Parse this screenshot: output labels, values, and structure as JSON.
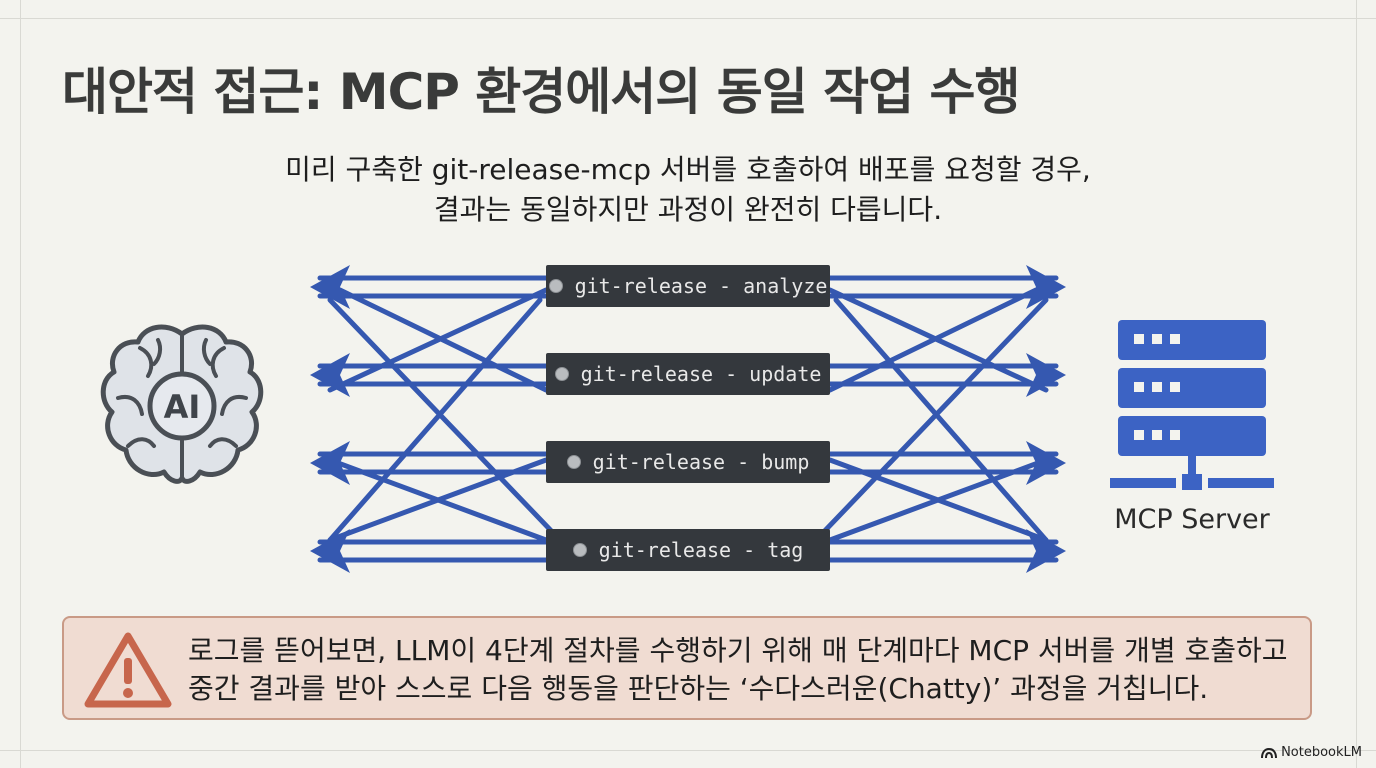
{
  "title": "대안적 접근: MCP 환경에서의 동일 작업 수행",
  "subtitle": {
    "line1": "미리 구축한 git-release-mcp 서버를 호출하여 배포를 요청할 경우,",
    "line2": "결과는 동일하지만 과정이 완전히 다릅니다."
  },
  "brain": {
    "label": "AI"
  },
  "tools": [
    {
      "label": "git-release - analyze"
    },
    {
      "label": "git-release - update"
    },
    {
      "label": "git-release - bump"
    },
    {
      "label": "git-release - tag"
    }
  ],
  "server": {
    "label": "MCP Server"
  },
  "note": {
    "line1": "로그를 뜯어보면, LLM이 4단계 절차를 수행하기 위해 매 단계마다 MCP 서버를 개별 호출하고",
    "line2": "중간 결과를 받아 스스로 다음 행동을 판단하는 ‘수다스러운(Chatty)’ 과정을 거칩니다."
  },
  "watermark": {
    "text": "NotebookLM"
  },
  "colors": {
    "arrow": "#3558b0",
    "server": "#3c63c4",
    "tool_box": "#34383d",
    "note_bg": "#f0dcd2",
    "note_border": "#c99a86",
    "warning": "#c7664c"
  },
  "icons": [
    "brain-icon",
    "server-icon",
    "warning-icon",
    "notebooklm-logo-icon"
  ]
}
